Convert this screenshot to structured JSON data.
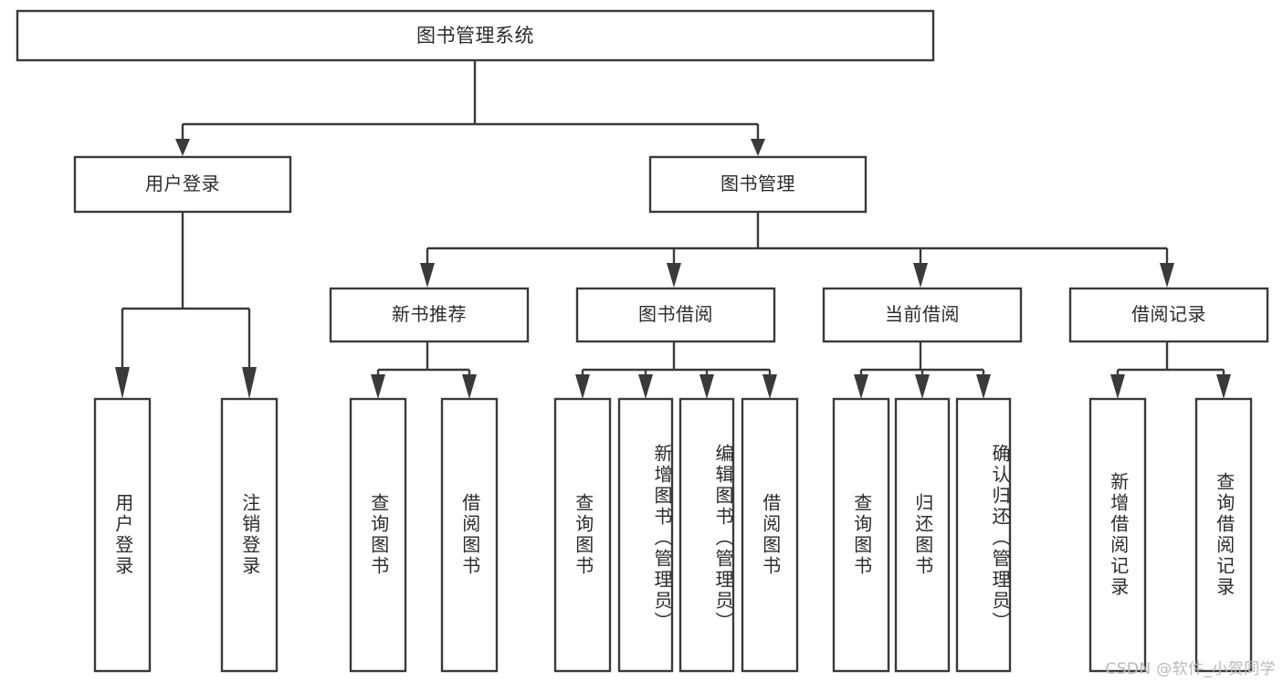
{
  "diagram": {
    "type": "tree-hierarchy",
    "title": "图书管理系统",
    "watermark": "CSDN @软件_小贺同学",
    "colors": {
      "stroke": "#3a3a3a",
      "box_fill": "#ffffff",
      "text": "#2b2b2b",
      "background": "#ffffff",
      "watermark": "#b9b9b9"
    },
    "levels": {
      "root": {
        "label": "图书管理系统"
      },
      "level2": [
        {
          "id": "user-login",
          "label": "用户登录"
        },
        {
          "id": "book-manage",
          "label": "图书管理"
        }
      ],
      "level3": [
        {
          "id": "new-book-recommend",
          "label": "新书推荐",
          "parent": "book-manage"
        },
        {
          "id": "book-borrow",
          "label": "图书借阅",
          "parent": "book-manage"
        },
        {
          "id": "current-borrow",
          "label": "当前借阅",
          "parent": "book-manage"
        },
        {
          "id": "borrow-record",
          "label": "借阅记录",
          "parent": "book-manage"
        }
      ],
      "leaves": [
        {
          "id": "leaf-user-login",
          "label": "用户登录",
          "parent": "user-login"
        },
        {
          "id": "leaf-user-logout",
          "label": "注销登录",
          "parent": "user-login"
        },
        {
          "id": "leaf-query-book-1",
          "label": "查询图书",
          "parent": "new-book-recommend"
        },
        {
          "id": "leaf-borrow-book-1",
          "label": "借阅图书",
          "parent": "new-book-recommend"
        },
        {
          "id": "leaf-query-book-2",
          "label": "查询图书",
          "parent": "book-borrow"
        },
        {
          "id": "leaf-add-book",
          "label": "新增图书（管理员）",
          "parent": "book-borrow"
        },
        {
          "id": "leaf-edit-book",
          "label": "编辑图书（管理员）",
          "parent": "book-borrow"
        },
        {
          "id": "leaf-borrow-book-2",
          "label": "借阅图书",
          "parent": "book-borrow"
        },
        {
          "id": "leaf-query-book-3",
          "label": "查询图书",
          "parent": "current-borrow"
        },
        {
          "id": "leaf-return-book",
          "label": "归还图书",
          "parent": "current-borrow"
        },
        {
          "id": "leaf-confirm-return",
          "label": "确认归还（管理员）",
          "parent": "current-borrow"
        },
        {
          "id": "leaf-add-record",
          "label": "新增借阅记录",
          "parent": "borrow-record"
        },
        {
          "id": "leaf-query-record",
          "label": "查询借阅记录",
          "parent": "borrow-record"
        }
      ]
    }
  }
}
